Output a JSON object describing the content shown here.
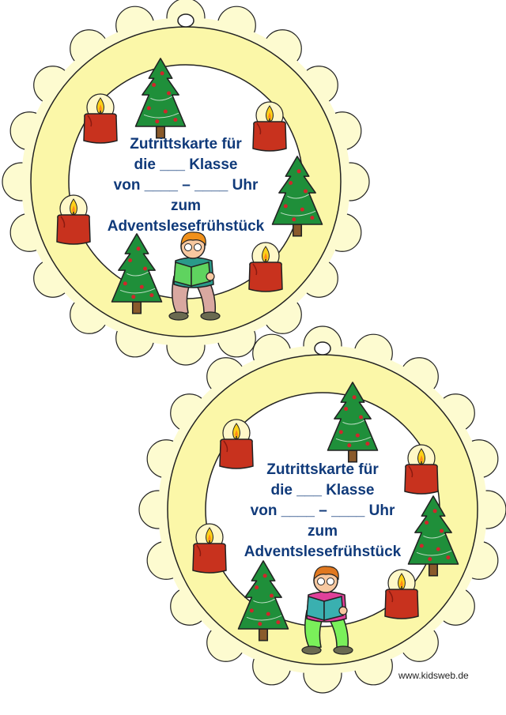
{
  "colors": {
    "wreath": "#fbf7a8",
    "scallop": "#fdfbd0",
    "outline": "#222222",
    "text": "#103a7a",
    "tree": "#1f8f3a",
    "candle": "#c8321e",
    "flame_glow": "#fff8c8"
  },
  "cards": [
    {
      "line1": "Zutrittskarte für",
      "line2": "die ___ Klasse",
      "line3": "von ____ – ____ Uhr",
      "line4": "zum",
      "line5": "Adventslesefrühstück"
    },
    {
      "line1": "Zutrittskarte für",
      "line2": "die ___ Klasse",
      "line3": "von ____ – ____ Uhr",
      "line4": "zum",
      "line5": "Adventslesefrühstück"
    }
  ],
  "footer": {
    "url": "www.kidsweb.de"
  },
  "icons": [
    "tree-icon",
    "candle-icon",
    "reading-child-icon",
    "hanging-hole"
  ]
}
